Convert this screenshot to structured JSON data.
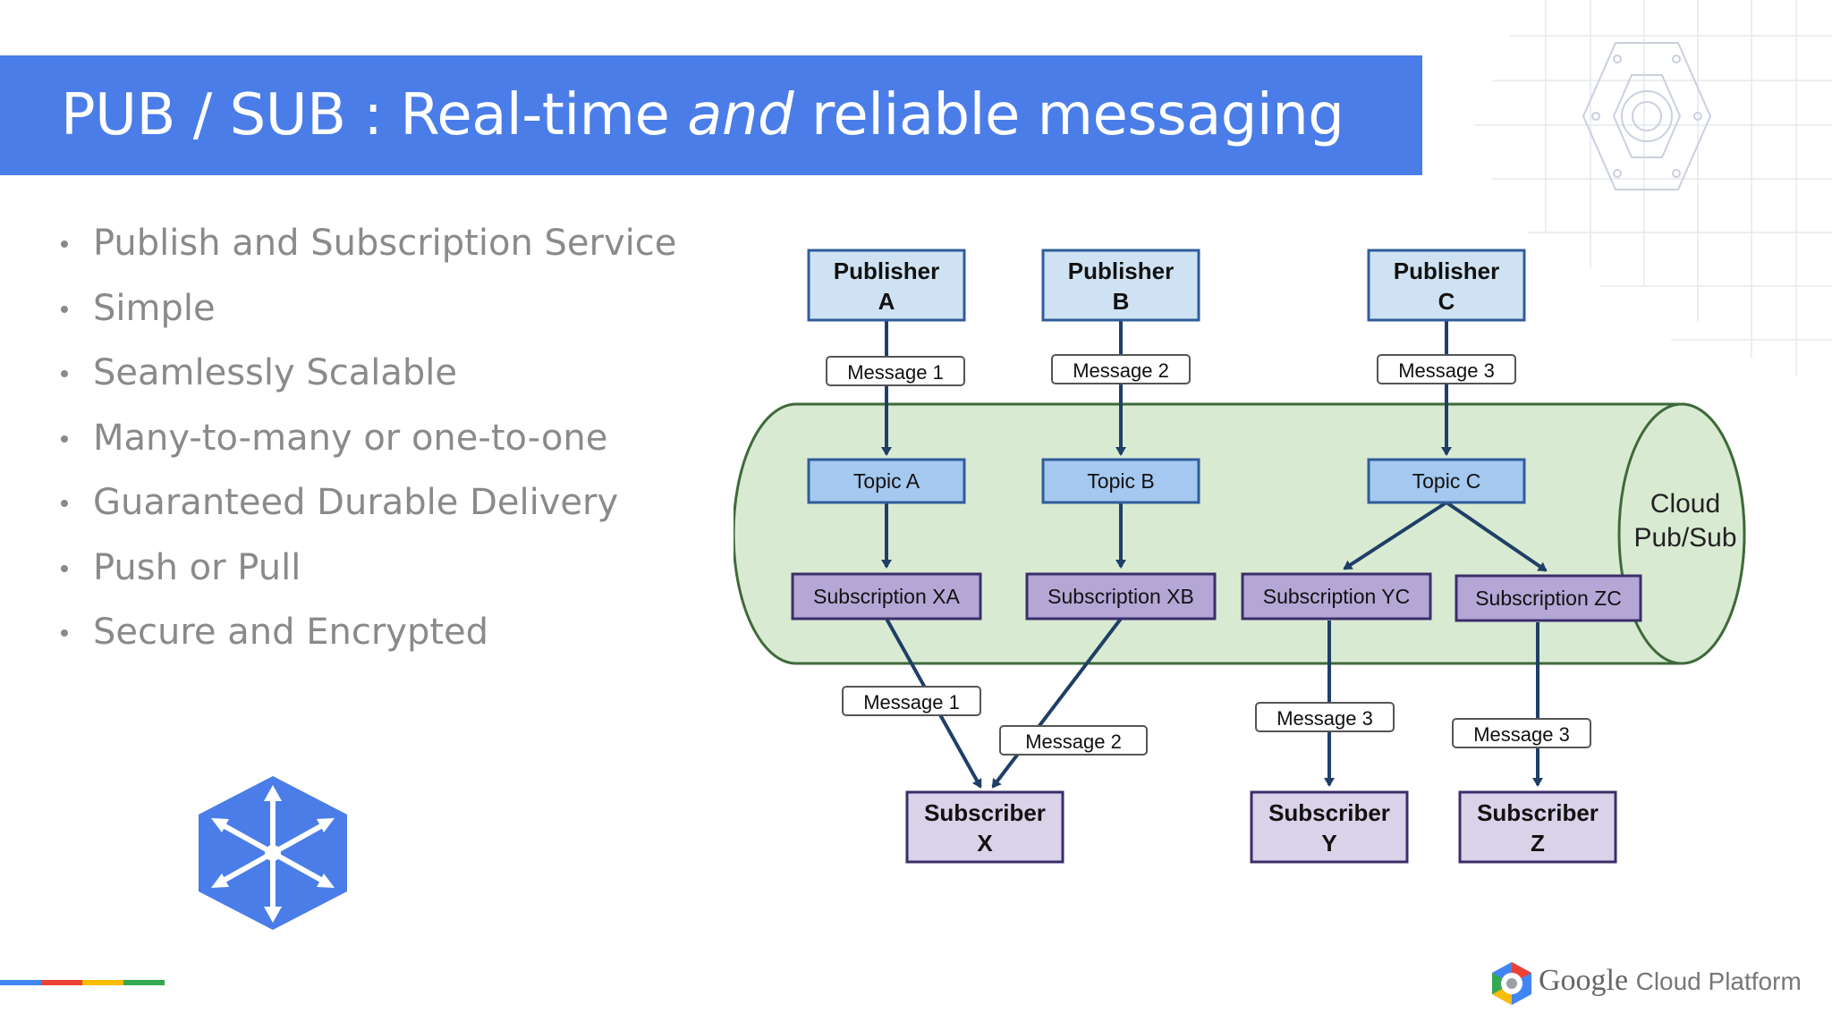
{
  "slide": {
    "title_prefix": "PUB / SUB : Real-time ",
    "title_emphasis": "and",
    "title_suffix": " reliable messaging",
    "bullets": [
      "Publish and Subscription Service",
      "Simple",
      "Seamlessly Scalable",
      "Many-to-many or one-to-one",
      "Guaranteed Durable Delivery",
      "Push or Pull",
      "Secure and Encrypted"
    ]
  },
  "diagram": {
    "publishers": [
      {
        "line1": "Publisher",
        "line2": "A",
        "message": "Message 1",
        "topic": "Topic A"
      },
      {
        "line1": "Publisher",
        "line2": "B",
        "message": "Message 2",
        "topic": "Topic B"
      },
      {
        "line1": "Publisher",
        "line2": "C",
        "message": "Message 3",
        "topic": "Topic C"
      }
    ],
    "subscriptions": [
      "Subscription XA",
      "Subscription XB",
      "Subscription YC",
      "Subscription ZC"
    ],
    "delivery_messages": [
      "Message 1",
      "Message 2",
      "Message 3",
      "Message 3"
    ],
    "subscribers": [
      {
        "line1": "Subscriber",
        "line2": "X"
      },
      {
        "line1": "Subscriber",
        "line2": "Y"
      },
      {
        "line1": "Subscriber",
        "line2": "Z"
      }
    ],
    "cloud_label_line1": "Cloud",
    "cloud_label_line2": "Pub/Sub",
    "colors": {
      "publisher_fill": "#cfe2f3",
      "topic_fill": "#a4c8f0",
      "subscription_fill": "#b4a7d6",
      "subscriber_fill": "#d9d2e9",
      "cylinder_fill": "#d9ead3",
      "arrow": "#1f3f66"
    }
  },
  "footer": {
    "brand": "Google",
    "product": "Cloud Platform",
    "bar_colors": [
      "#4285f4",
      "#ea4335",
      "#fbbc05",
      "#34a853"
    ]
  }
}
